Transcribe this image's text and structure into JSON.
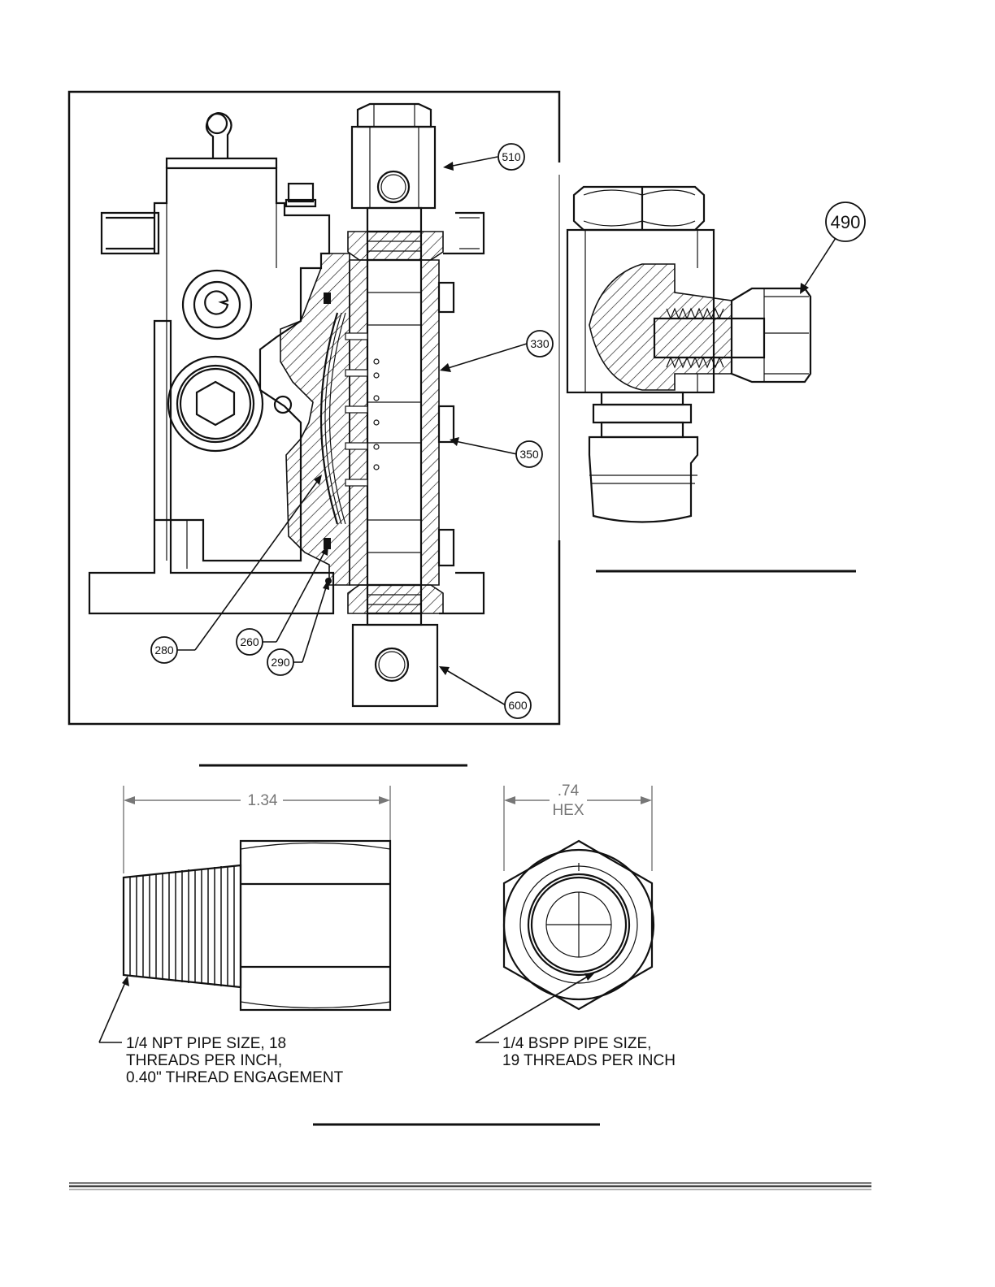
{
  "main_view": {
    "callouts": {
      "c510": "510",
      "c330": "330",
      "c350": "350",
      "c280": "280",
      "c260": "260",
      "c290": "290",
      "c600": "600"
    }
  },
  "side_view": {
    "callout": "490"
  },
  "adapter_drawing": {
    "length_dim": "1.34",
    "hex_dim_value": ".74",
    "hex_dim_label": "HEX",
    "npt_note": [
      "1/4 NPT PIPE SIZE, 18",
      "THREADS PER INCH,",
      "0.40\" THREAD ENGAGEMENT"
    ],
    "bspp_note": [
      "1/4 BSPP PIPE SIZE,",
      "19 THREADS PER INCH"
    ]
  }
}
